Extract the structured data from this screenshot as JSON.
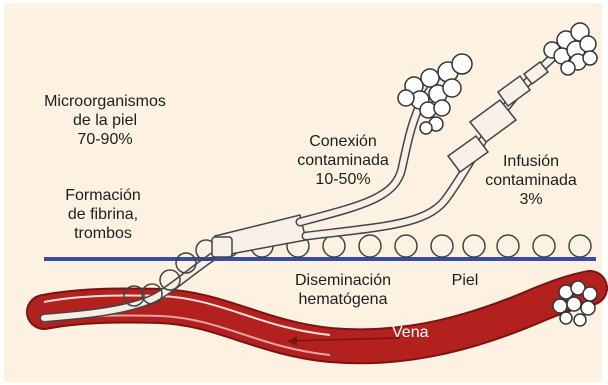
{
  "labels": {
    "skin_microorganisms": [
      "Microorganismos",
      "de la piel",
      "70-90%"
    ],
    "contaminated_connection": [
      "Conexión",
      "contaminada",
      "10-50%"
    ],
    "contaminated_infusion": [
      "Infusión",
      "contaminada",
      "3%"
    ],
    "fibrin_formation": [
      "Formación",
      "de fibrina,",
      "trombos"
    ],
    "hematogenous_spread": [
      "Diseminación",
      "hematógena"
    ],
    "skin": "Piel",
    "vein": "Vena"
  },
  "colors": {
    "background": "#fdf1e2",
    "skin_line": "#3b4aa6",
    "vein": "#b3211f",
    "catheter_outline": "#4a4a4a"
  },
  "icons": [
    "microorganism-cluster",
    "catheter",
    "iv-connector"
  ]
}
